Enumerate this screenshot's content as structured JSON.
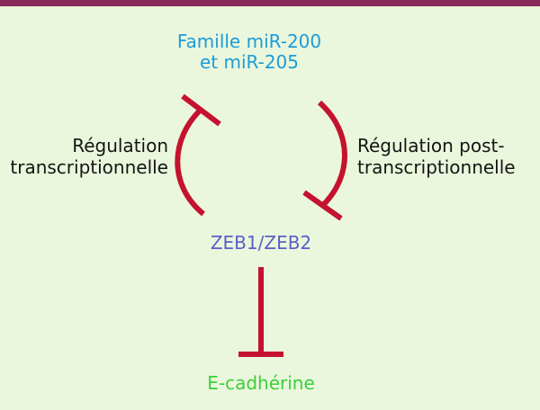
{
  "nodes": {
    "mir_family": {
      "line1": "Famille miR-200",
      "line2": "et miR-205"
    },
    "zeb": {
      "label": "ZEB1/ZEB2"
    },
    "e_cadherin": {
      "label": "E-cadhérine"
    }
  },
  "edges": {
    "left": {
      "line1": "Régulation",
      "line2": "transcriptionnelle"
    },
    "right": {
      "line1": "Régulation post-",
      "line2": "transcriptionnelle"
    }
  },
  "colors": {
    "background": "#eaf7dc",
    "top_border": "#8a2a5a",
    "inhibition_arrow": "#c41230",
    "mir_text": "#1e9cd8",
    "zeb_text": "#5a5fc8",
    "e_cadherin_text": "#3ccf3c",
    "side_text": "#151515"
  }
}
